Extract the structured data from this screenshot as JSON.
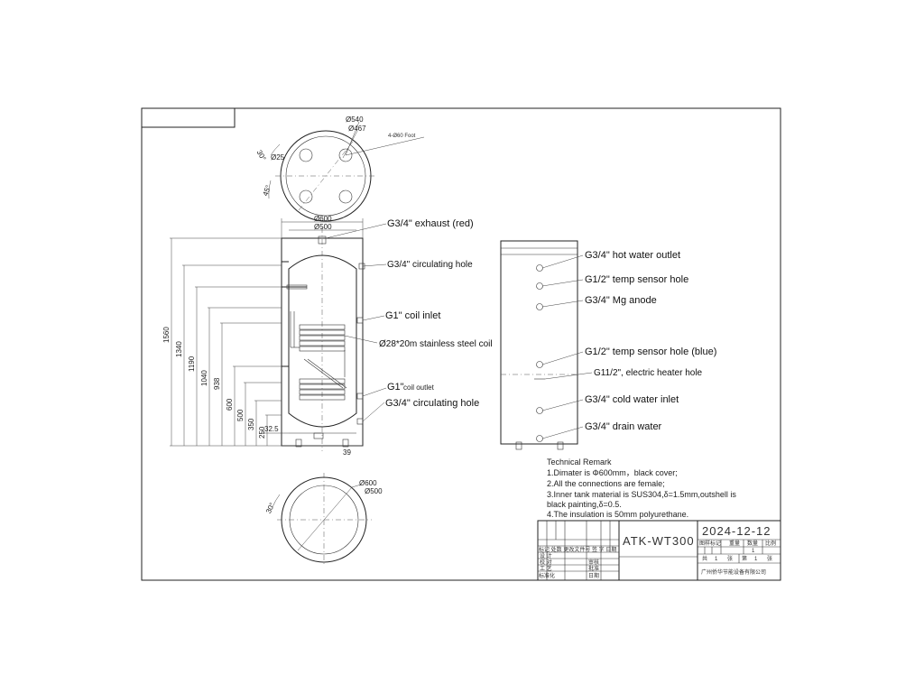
{
  "top_view": {
    "d540": "Ø540",
    "d467": "Ø467",
    "foot": "4-Ø60 Foot",
    "d25": "Ø25",
    "a30": "30°",
    "a45": "45°"
  },
  "section_view": {
    "d600": "Ø600",
    "d500": "Ø500",
    "heights": [
      "1560",
      "1340",
      "1190",
      "1040",
      "938",
      "600",
      "500",
      "350",
      "250",
      "32.5",
      "39"
    ],
    "labels": {
      "exhaust": "G3/4\" exhaust (red)",
      "circ_top": "G3/4\" circulating hole",
      "coil_inlet": "G1\" coil  inlet",
      "coil": "Ø28*20m stainless steel coil",
      "coil_outlet_g": "G1\"",
      "coil_outlet_t": "coil outlet",
      "circ_bottom": "G3/4\"  circulating hole"
    }
  },
  "side_view": {
    "labels": {
      "hot": "G3/4\"  hot water outlet",
      "temp1": "G1/2\" temp sensor hole",
      "mg": "G3/4\"  Mg anode",
      "temp2": "G1/2\" temp sensor hole (blue)",
      "heater": "G11/2\", electric heater hole",
      "cold": "G3/4\" cold water inlet",
      "drain": "G3/4\" drain water"
    }
  },
  "bottom_view": {
    "d600": "Ø600",
    "d500": "Ø500",
    "a30": "30°"
  },
  "remarks": {
    "title": "Technical Remark",
    "line1": "1.Dimater is Φ600mm，black cover;",
    "line2": "2.All the connections are female;",
    "line3a": "3.Inner tank material is SUS304,δ=1.5mm,outshell is",
    "line3b": "black painting,δ=0.5.",
    "line4": "4.The insulation is 50mm polyurethane."
  },
  "title_block": {
    "date": "2024-12-12",
    "model": "ATK-WT300",
    "hdr1": "图样标记",
    "hdr2": "重量",
    "hdr3": "数量",
    "hdr4": "比例",
    "qty": "1",
    "sheet_total_pre": "共",
    "sheet_total_num": "1",
    "sheet_total_post": "张",
    "sheet_pre": "第",
    "sheet_num": "1",
    "sheet_post": "张",
    "company": "广州侨华节能设备有限公司",
    "rev_row": "标记 处数 更改文件号 签 字 日期",
    "design": "设 计",
    "check": "校 对",
    "process": "工 艺",
    "standard": "标准化",
    "review": "审核",
    "approve": "批准",
    "date_label": "日期"
  }
}
